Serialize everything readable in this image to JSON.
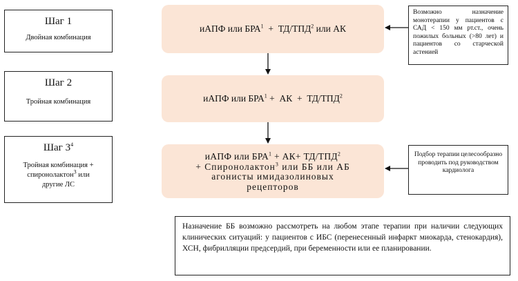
{
  "steps": [
    {
      "title": "Шаг 1",
      "title_sup": "",
      "sub_parts": [
        "Двойная  комбинация"
      ]
    },
    {
      "title": "Шаг 2",
      "title_sup": "",
      "sub_parts": [
        "Тройная  комбинация"
      ]
    },
    {
      "title": "Шаг 3",
      "title_sup": "4",
      "sub_parts": [
        "Тройная комбинация +",
        "спиронолактон",
        "3",
        " или",
        "другие ЛС"
      ]
    }
  ],
  "treatments": [
    {
      "parts": [
        "иАПФ или БРА",
        "1",
        "  +  ТД/ТПД",
        "2",
        " или АК"
      ]
    },
    {
      "parts": [
        "иАПФ или БРА",
        "1",
        " +  АК  +  ТД/ТПД",
        "2"
      ]
    },
    {
      "line1": [
        "иАПФ или БРА",
        "1",
        " + АК+ ТД/ТПД",
        "2"
      ],
      "line2": [
        "+ Спиронолактон",
        "3",
        " или ББ или АБ"
      ],
      "line3": "агонисты имидазолиновых",
      "line4": "рецепторов"
    }
  ],
  "notes": {
    "monotherapy": "Возможно назначение монотерапии у пациентов с САД < 150 мм рт.ст., очень пожилых больных (>80 лет) и пациентов со старческой астенией",
    "specialist": "Подбор терапии целесообразно проводить под руководством кардиолога",
    "bb": "Назначение ББ возможно рассмотреть на любом этапе терапии при наличии следующих клинических ситуаций:  у пациентов с ИБС (перенесенный инфаркт миокарда, стенокардия),  ХСН, фибрилляции предсердий, при беременности или ее планировании."
  }
}
